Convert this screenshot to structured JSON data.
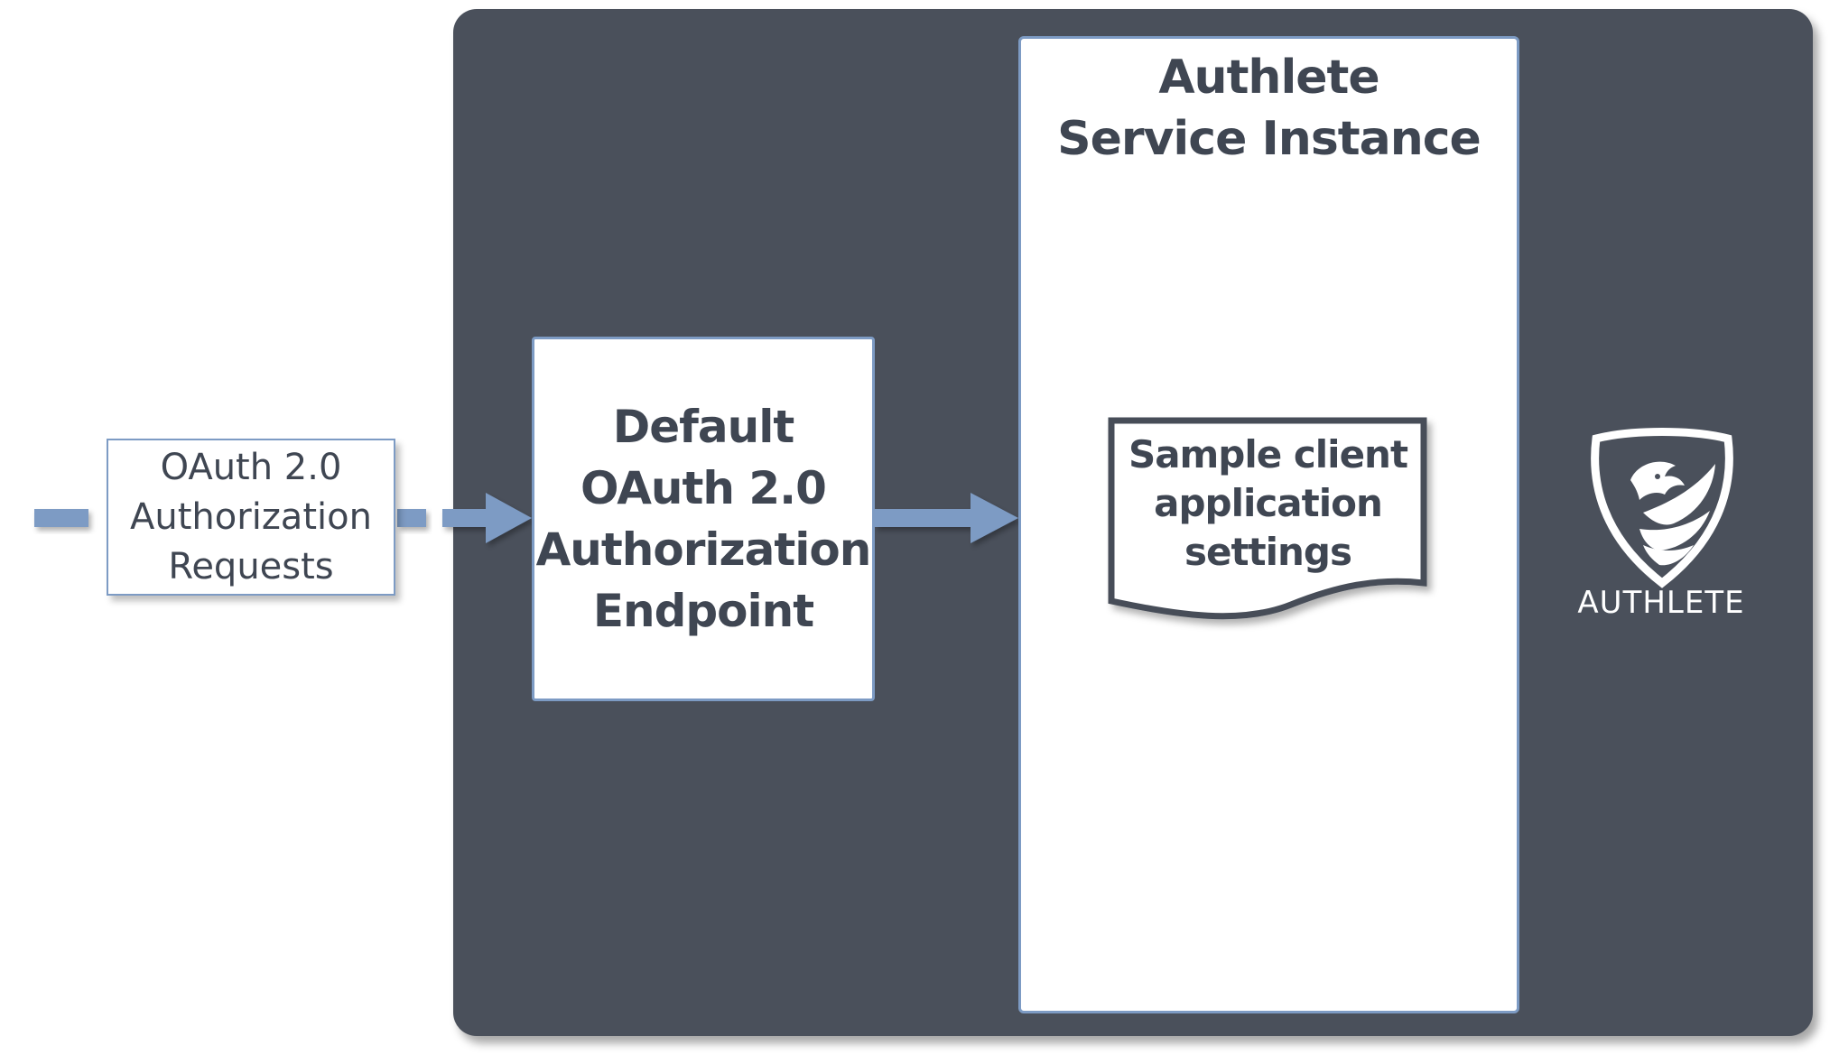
{
  "request": {
    "lines": [
      "OAuth 2.0",
      "Authorization",
      "Requests"
    ]
  },
  "endpoint": {
    "lines": [
      "Default",
      "OAuth 2.0",
      "Authorization",
      "Endpoint"
    ]
  },
  "service": {
    "title_lines": [
      "Authlete",
      "Service Instance"
    ]
  },
  "settings": {
    "lines": [
      "Sample client",
      "application",
      "settings"
    ]
  },
  "logo": {
    "name": "AUTHLETE",
    "icon": "griffin-shield-icon"
  },
  "colors": {
    "panel": "#4a505b",
    "accent": "#7d9bc4",
    "text": "#3f4652",
    "document_border": "#474d58"
  }
}
